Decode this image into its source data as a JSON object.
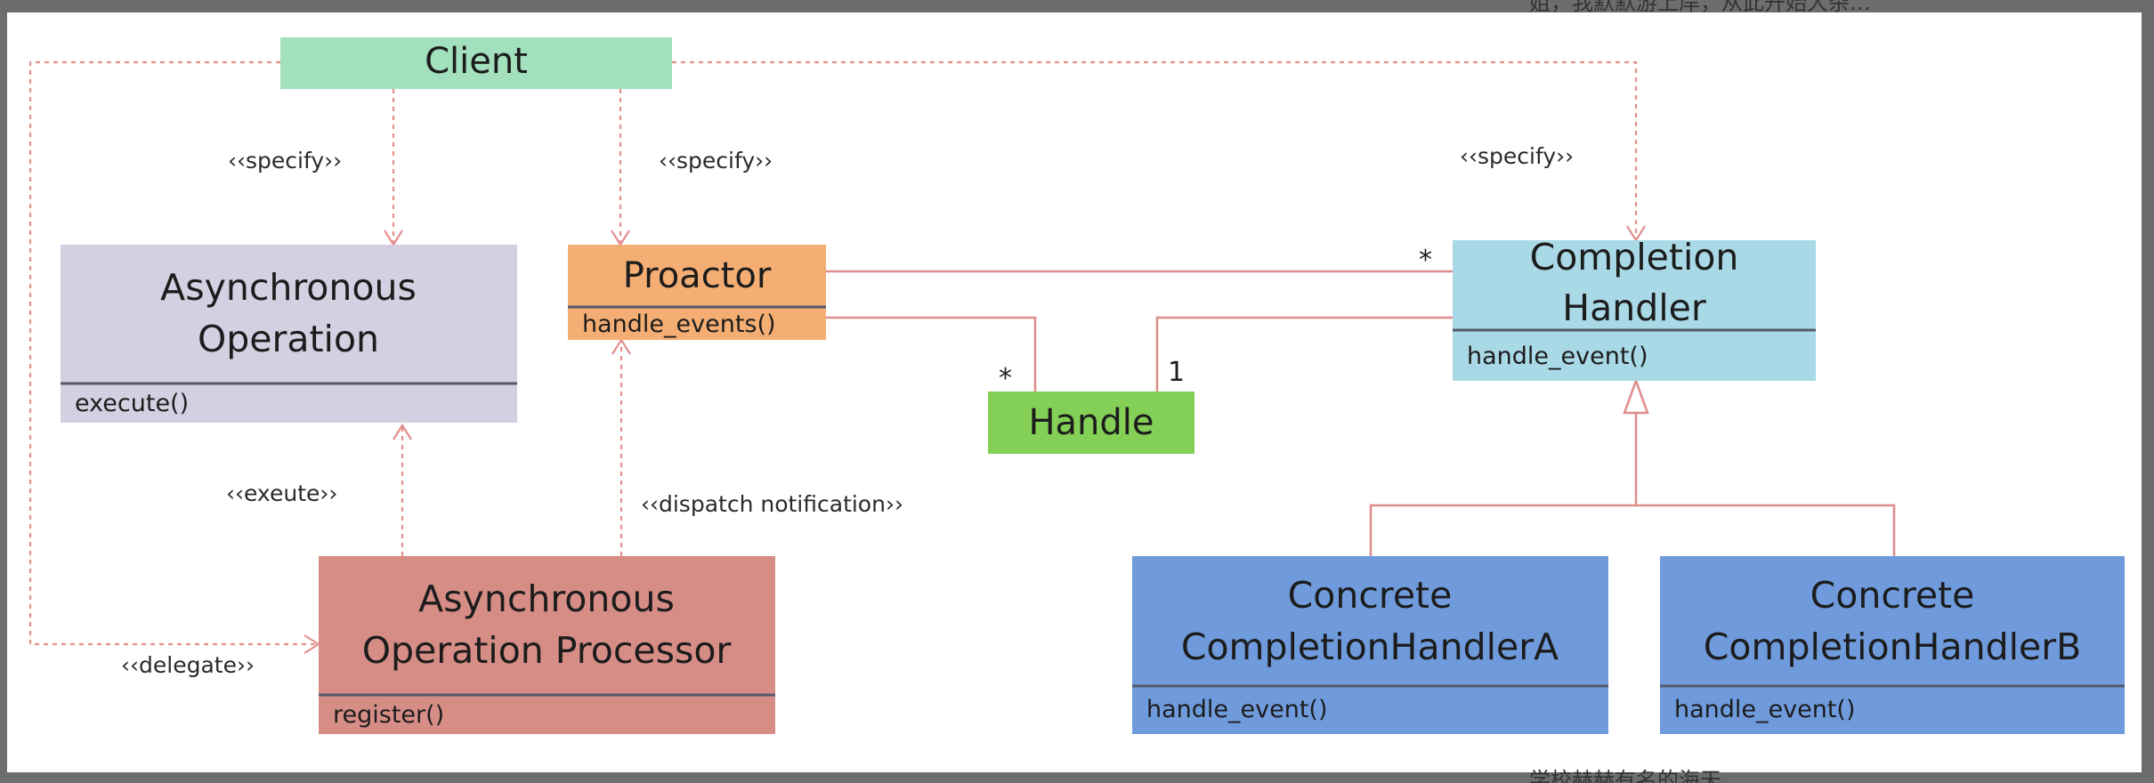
{
  "overlay": {
    "top_text": "姐，我默默游上岸，从此开始大杂…",
    "bottom_text": "学校赫赫有名的海天"
  },
  "colors": {
    "client": "#a3e0be",
    "async_operation": "#d4cfe1",
    "proactor": "#f4ae73",
    "handle": "#84cf56",
    "completion_handler": "#a9d9e6",
    "processor": "#d68d86",
    "concrete": "#6f9bdc",
    "connector": "#e48f8f"
  },
  "classes": {
    "client": {
      "title": "Client"
    },
    "async_operation": {
      "title_line1": "Asynchronous",
      "title_line2": "Operation",
      "method": "execute()"
    },
    "proactor": {
      "title": "Proactor",
      "method": "handle_events()"
    },
    "handle": {
      "title": "Handle"
    },
    "completion_handler": {
      "title_line1": "Completion",
      "title_line2": "Handler",
      "method": "handle_event()"
    },
    "processor": {
      "title_line1": "Asynchronous",
      "title_line2": "Operation Processor",
      "method": "register()"
    },
    "concrete_a": {
      "title_line1": "Concrete",
      "title_line2": "CompletionHandlerA",
      "method": "handle_event()"
    },
    "concrete_b": {
      "title_line1": "Concrete",
      "title_line2": "CompletionHandlerB",
      "method": "handle_event()"
    }
  },
  "labels": {
    "specify_left": "‹‹specify››",
    "specify_middle": "‹‹specify››",
    "specify_right": "‹‹specify››",
    "exeute": "‹‹exeute››",
    "dispatch_notification": "‹‹dispatch notification››",
    "delegate": "‹‹delegate››"
  },
  "multiplicity": {
    "proactor_completion": "*",
    "proactor_handle": "*",
    "handler_handle": "1"
  }
}
